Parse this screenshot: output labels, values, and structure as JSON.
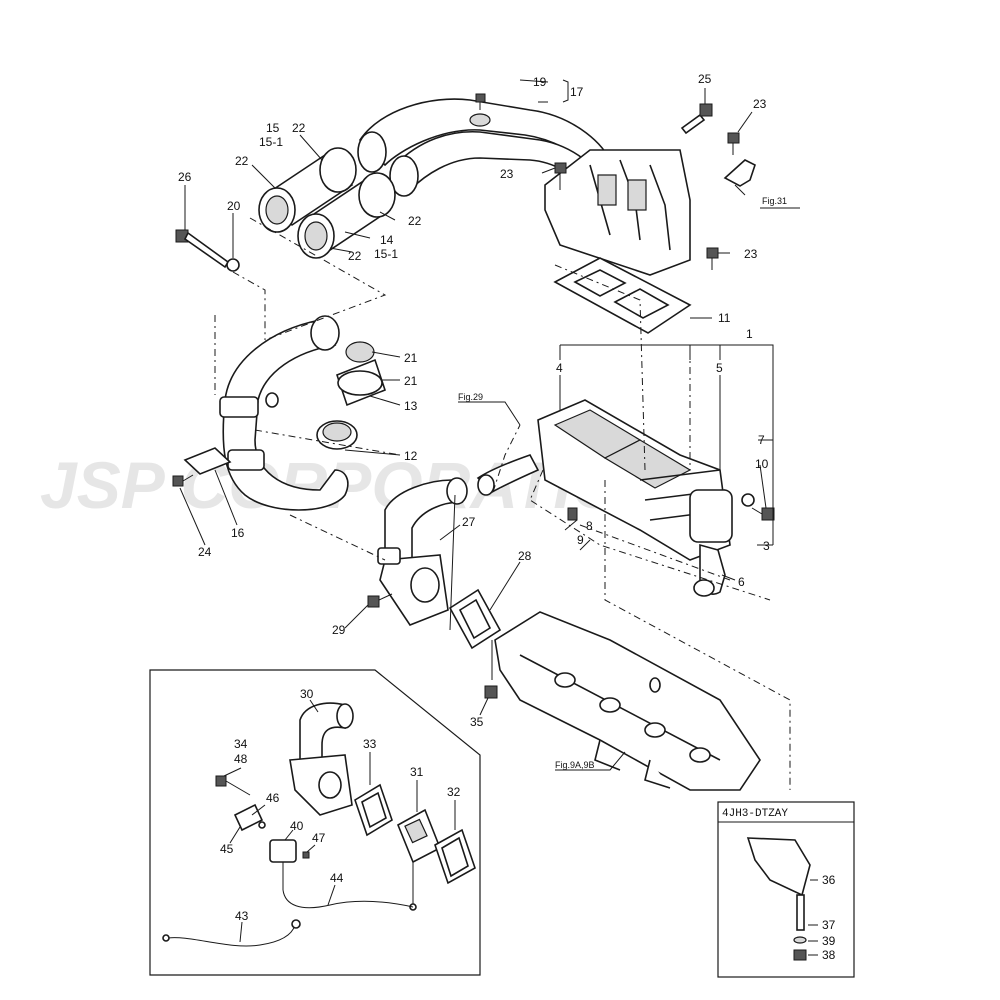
{
  "watermark": "JSP CORPORATION",
  "inset_box_label": "4JH3-DTZAY",
  "figure_refs": {
    "fig29": "Fig.29",
    "fig31": "Fig.31",
    "fig9": "Fig.9A,9B"
  },
  "callouts": {
    "n1": "1",
    "n3": "3",
    "n4": "4",
    "n5": "5",
    "n6": "6",
    "n7": "7",
    "n8": "8",
    "n9": "9",
    "n10": "10",
    "n11": "11",
    "n12": "12",
    "n13": "13",
    "n14": "14",
    "n14b": "15-1",
    "n15": "15",
    "n15b": "15-1",
    "n16": "16",
    "n17": "17",
    "n19": "19",
    "n20": "20",
    "n21a": "21",
    "n21b": "21",
    "n22a": "22",
    "n22b": "22",
    "n22c": "22",
    "n22d": "22",
    "n23a": "23",
    "n23b": "23",
    "n23c": "23",
    "n24": "24",
    "n25": "25",
    "n26": "26",
    "n27": "27",
    "n28": "28",
    "n29": "29",
    "n30": "30",
    "n31": "31",
    "n32": "32",
    "n33": "33",
    "n34": "34",
    "n35": "35",
    "n36": "36",
    "n37": "37",
    "n38": "38",
    "n39": "39",
    "n40": "40",
    "n43": "43",
    "n44": "44",
    "n45": "45",
    "n46": "46",
    "n47": "47",
    "n48": "48"
  }
}
